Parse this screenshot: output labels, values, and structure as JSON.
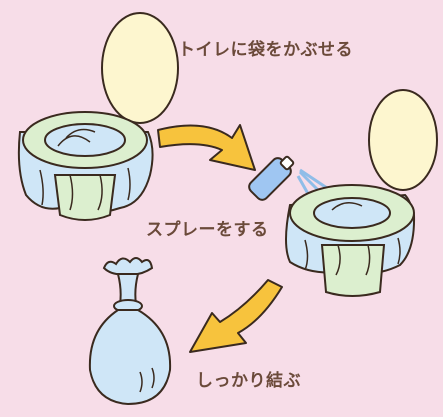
{
  "steps": [
    {
      "label": "トイレに袋をかぶせる"
    },
    {
      "label": "スプレーをする"
    },
    {
      "label": "しっかり結ぶ"
    }
  ],
  "colors": {
    "background": "#f7dde8",
    "outline": "#3a2a1f",
    "lid": "#fdf6cf",
    "seat": "#dcefcf",
    "bag": "#cfe6f7",
    "arrow": "#f7c33d",
    "label": "#6b4a3a"
  }
}
